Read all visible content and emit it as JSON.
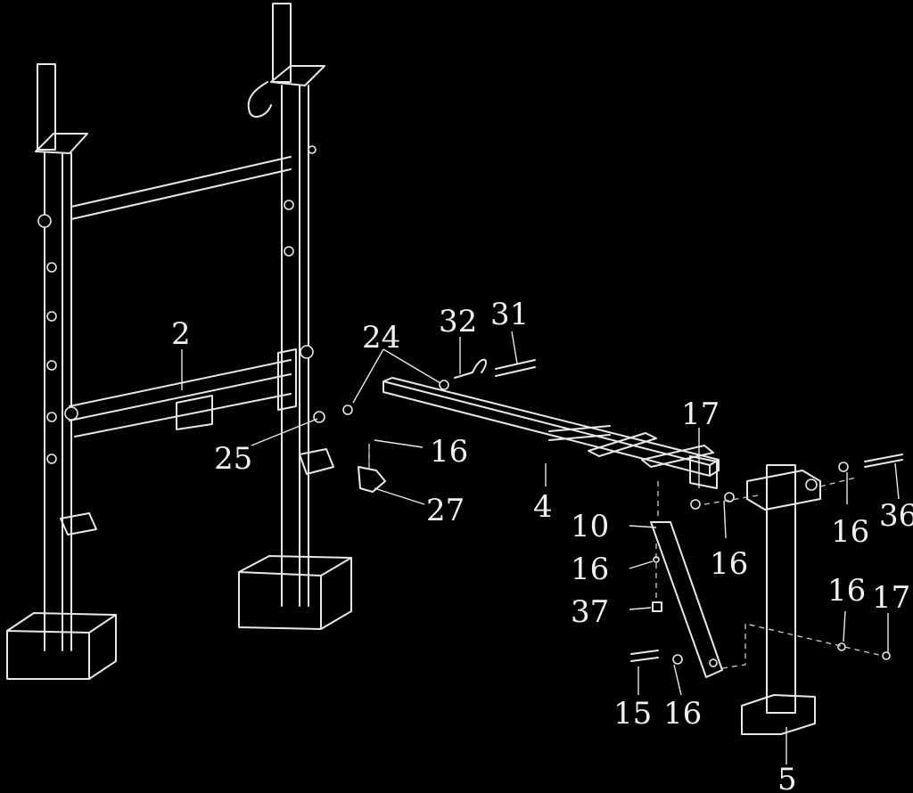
{
  "callouts": {
    "c2": "2",
    "c4": "4",
    "c5": "5",
    "c10": "10",
    "c15": "15",
    "c16_a": "16",
    "c16_b": "16",
    "c16_c": "16",
    "c16_d": "16",
    "c16_e": "16",
    "c16_f": "16",
    "c17_a": "17",
    "c17_b": "17",
    "c24": "24",
    "c25": "25",
    "c27": "27",
    "c31": "31",
    "c32": "32",
    "c36": "36",
    "c37": "37"
  },
  "colors": {
    "background": "#000000",
    "line": "#e8e8e8"
  }
}
